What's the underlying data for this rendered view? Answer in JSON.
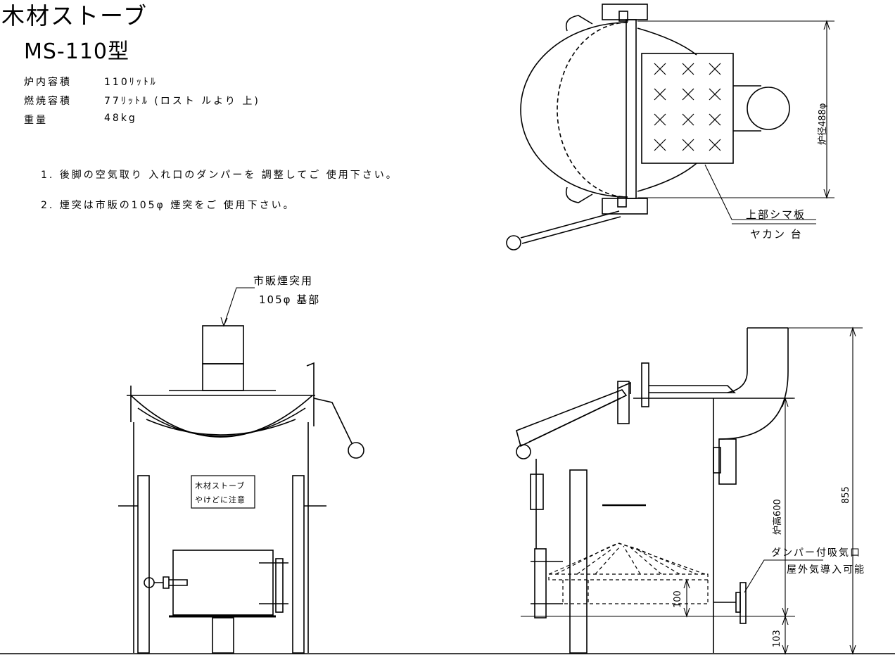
{
  "header": {
    "title": "木材ストーブ",
    "model": "MS-110型"
  },
  "specs": [
    {
      "label": "炉内容積",
      "value": "110ﾘｯﾄﾙ"
    },
    {
      "label": "燃焼容積",
      "value": "77ﾘｯﾄﾙ (ロスト ルより 上)"
    },
    {
      "label": "重量",
      "value": "48kg"
    }
  ],
  "notes": [
    "1. 後脚の空気取り 入れ口のダンパーを 調整してご 使用下さい。",
    "2. 煙突は市販の105φ 煙突をご 使用下さい。"
  ],
  "top_view": {
    "diameter_dim": "炉径488φ",
    "plate_label": "上部シマ板",
    "kettle_label": "ヤカン 台"
  },
  "front_view": {
    "chimney_label_1": "市販煙突用",
    "chimney_label_2": "105φ 基部",
    "warning_1": "木材ストーブ",
    "warning_2": "やけどに注意"
  },
  "side_view": {
    "height_inner": "炉高600",
    "height_total": "855",
    "grate_height": "100",
    "leg_height": "103",
    "damper_label_1": "ダンパー付吸気口",
    "damper_label_2": "屋外気導入可能"
  }
}
